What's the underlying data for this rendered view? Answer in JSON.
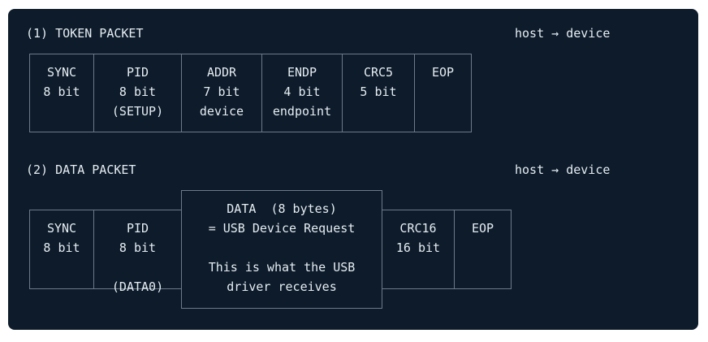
{
  "token_packet": {
    "title": "(1) TOKEN PACKET",
    "direction": "host → device",
    "fields": [
      {
        "lines": [
          "SYNC",
          "8 bit"
        ]
      },
      {
        "lines": [
          "PID",
          "8 bit",
          "(SETUP)"
        ]
      },
      {
        "lines": [
          "ADDR",
          "7 bit",
          "device"
        ]
      },
      {
        "lines": [
          "ENDP",
          "4 bit",
          "endpoint"
        ]
      },
      {
        "lines": [
          "CRC5",
          "5 bit"
        ]
      },
      {
        "lines": [
          "EOP"
        ]
      }
    ]
  },
  "data_packet": {
    "title": "(2) DATA PACKET",
    "direction": "host → device",
    "fields": [
      {
        "lines": [
          "SYNC",
          "8 bit"
        ]
      },
      {
        "lines": [
          "PID",
          "8 bit",
          "",
          "(DATA0)"
        ]
      },
      {
        "lines": [
          "DATA  (8 bytes)",
          "= USB Device Request",
          "",
          "This is what the USB",
          "driver receives"
        ]
      },
      {
        "lines": [
          "CRC16",
          "16 bit"
        ]
      },
      {
        "lines": [
          "EOP"
        ]
      }
    ]
  },
  "colors": {
    "panel_bg": "#0d1b2a",
    "text": "#e6edf3",
    "border": "#6c7a89"
  }
}
